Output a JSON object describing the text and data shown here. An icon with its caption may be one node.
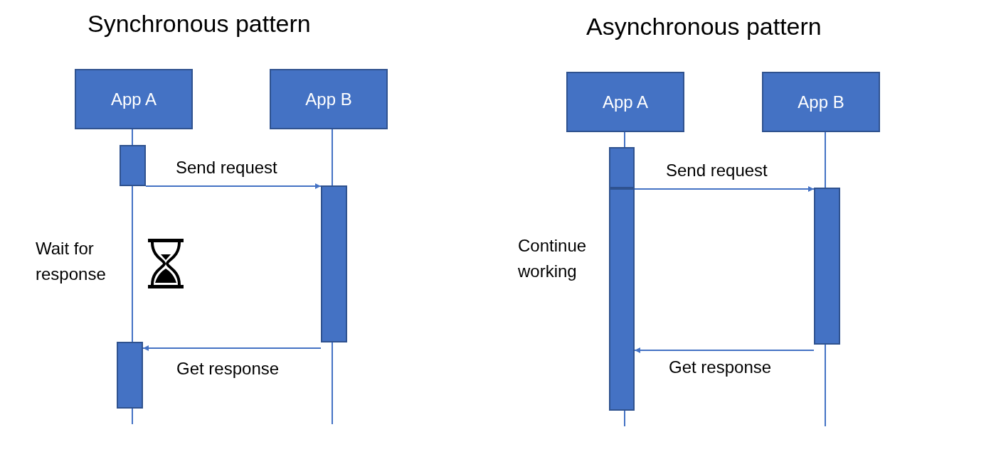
{
  "diagram": {
    "nodes": [
      {
        "text": [
          "App A"
        ]
      },
      {
        "text": [
          "App B"
        ]
      },
      {
        "text": [],
        "shape": "bar"
      },
      {
        "text": [],
        "shape": "bar"
      },
      {
        "text": [],
        "shape": "bar"
      },
      {
        "text": [
          "App A"
        ]
      },
      {
        "text": [
          "App B"
        ]
      },
      {
        "text": [],
        "shape": "bar"
      },
      {
        "text": [],
        "shape": "bar"
      },
      {
        "text": [],
        "shape": "bar"
      }
    ],
    "edges": [
      {
        "from": 2,
        "to": 3,
        "arrow": "to",
        "label": "Send request"
      },
      {
        "from": 3,
        "to": 4,
        "arrow": "to",
        "label": "Get response"
      },
      {
        "from": 7,
        "to": 9,
        "arrow": "to",
        "label": "Send request"
      },
      {
        "from": 9,
        "to": 8,
        "arrow": "to",
        "label": "Get response"
      }
    ],
    "labels": [
      "Synchronous pattern",
      "Asynchronous pattern",
      "Wait for response",
      "Continue working"
    ]
  }
}
